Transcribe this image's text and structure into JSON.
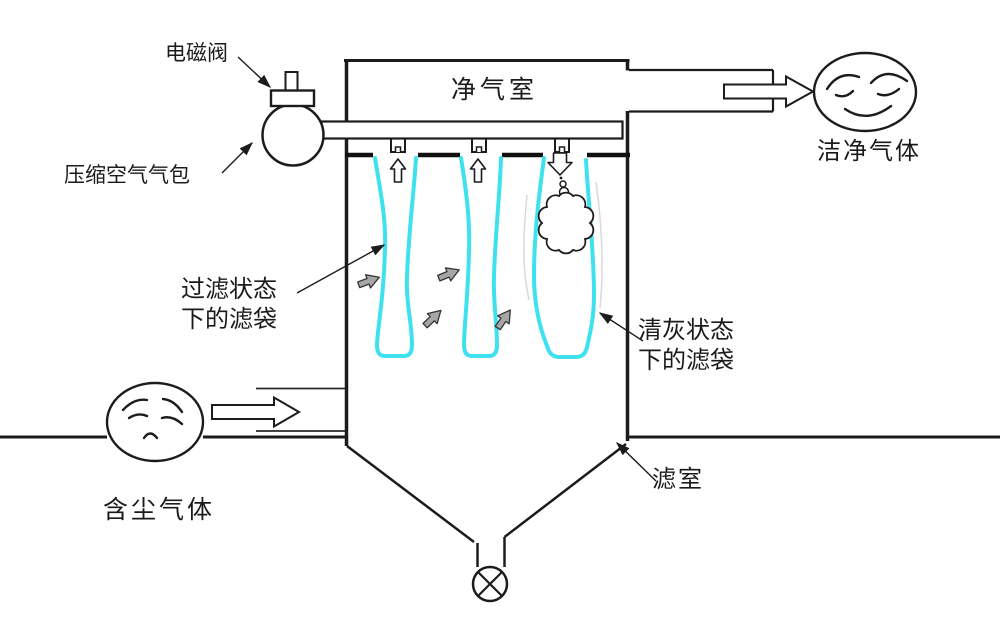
{
  "diagram": {
    "labels": {
      "solenoid_valve": "电磁阀",
      "clean_air_chamber": "净气室",
      "clean_gas": "洁净气体",
      "compressed_air_tank": "压缩空气气包",
      "filtering_bag": {
        "line1": "过滤状态",
        "line2": "下的滤袋"
      },
      "cleaning_bag": {
        "line1": "清灰状态",
        "line2": "下的滤袋"
      },
      "filter_chamber": "滤室",
      "dusty_gas": "含尘气体"
    },
    "icons": {
      "clean_gas_face": "happy-face",
      "dusty_gas_face": "sad-face",
      "rotary_valve": "circle-with-x",
      "dust_puff": "cloud"
    },
    "colors": {
      "line": "#1c1c1c",
      "bag_outline": "#3fe1ef",
      "flow_arrow_fill": "#a6a6a6",
      "background": "#ffffff"
    }
  }
}
